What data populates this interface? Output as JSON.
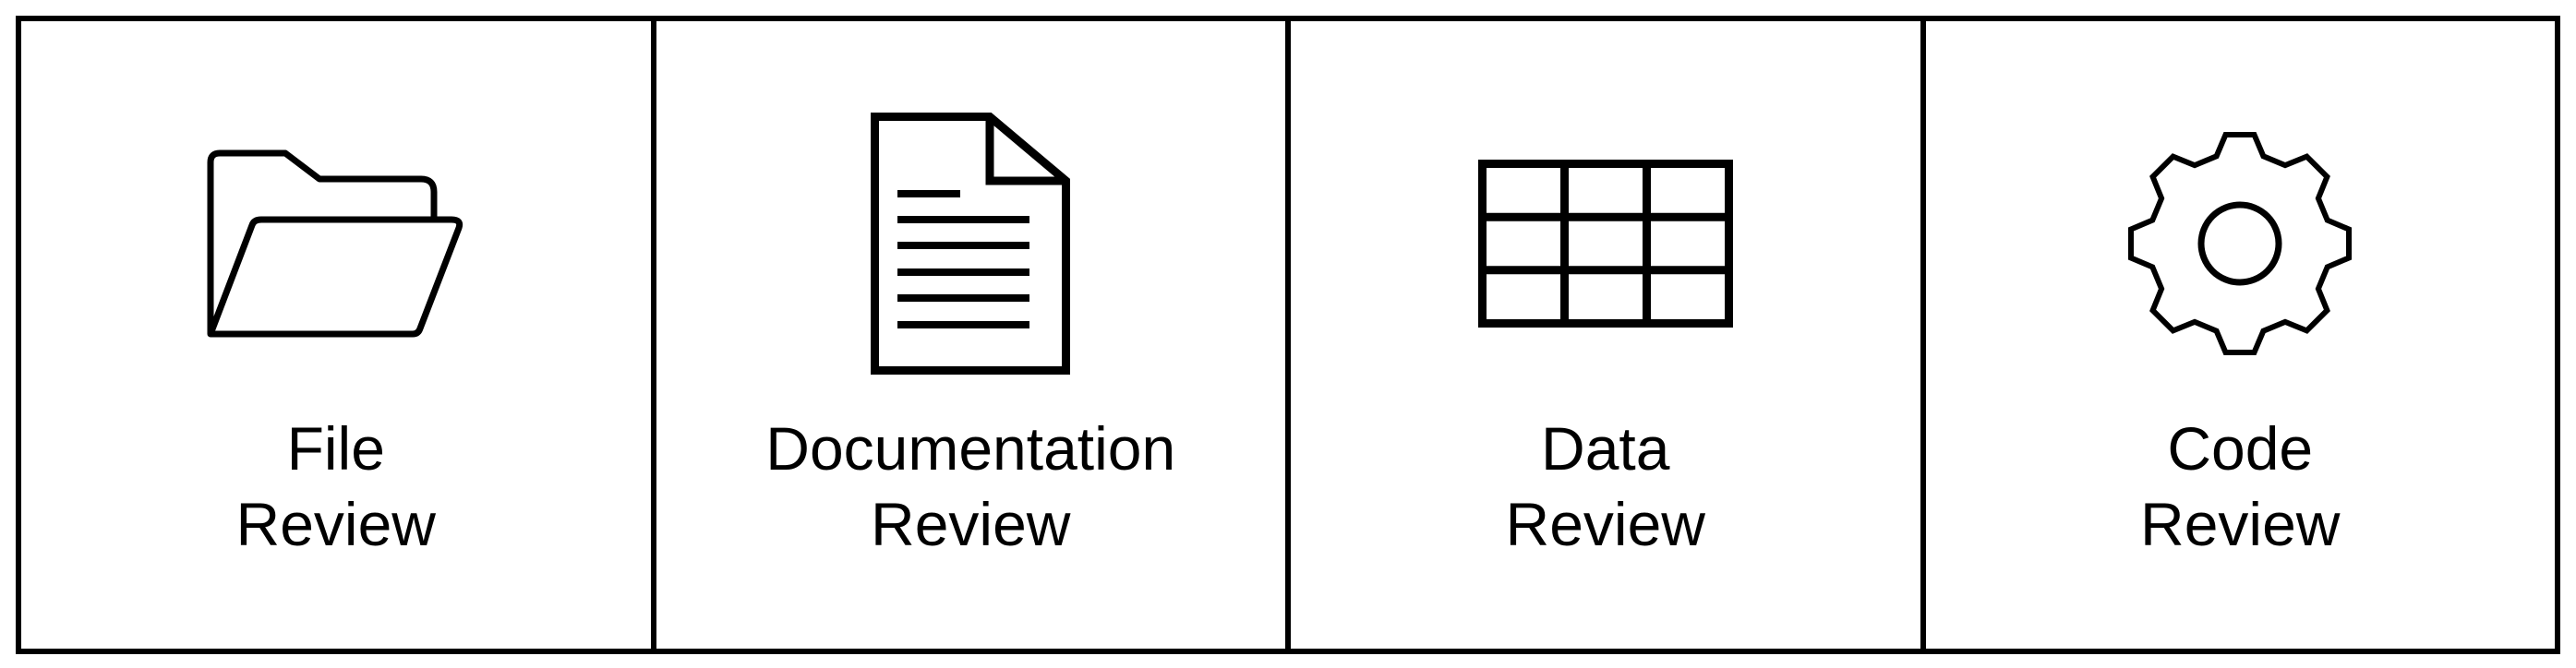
{
  "colors": {
    "ink": "#000000",
    "background": "#ffffff"
  },
  "panels": [
    {
      "id": "file-review",
      "line1": "File",
      "line2": "Review",
      "icon": "open-folder-icon"
    },
    {
      "id": "documentation-review",
      "line1": "Documentation",
      "line2": "Review",
      "icon": "document-icon"
    },
    {
      "id": "data-review",
      "line1": "Data",
      "line2": "Review",
      "icon": "table-grid-icon"
    },
    {
      "id": "code-review",
      "line1": "Code",
      "line2": "Review",
      "icon": "gear-icon"
    }
  ]
}
